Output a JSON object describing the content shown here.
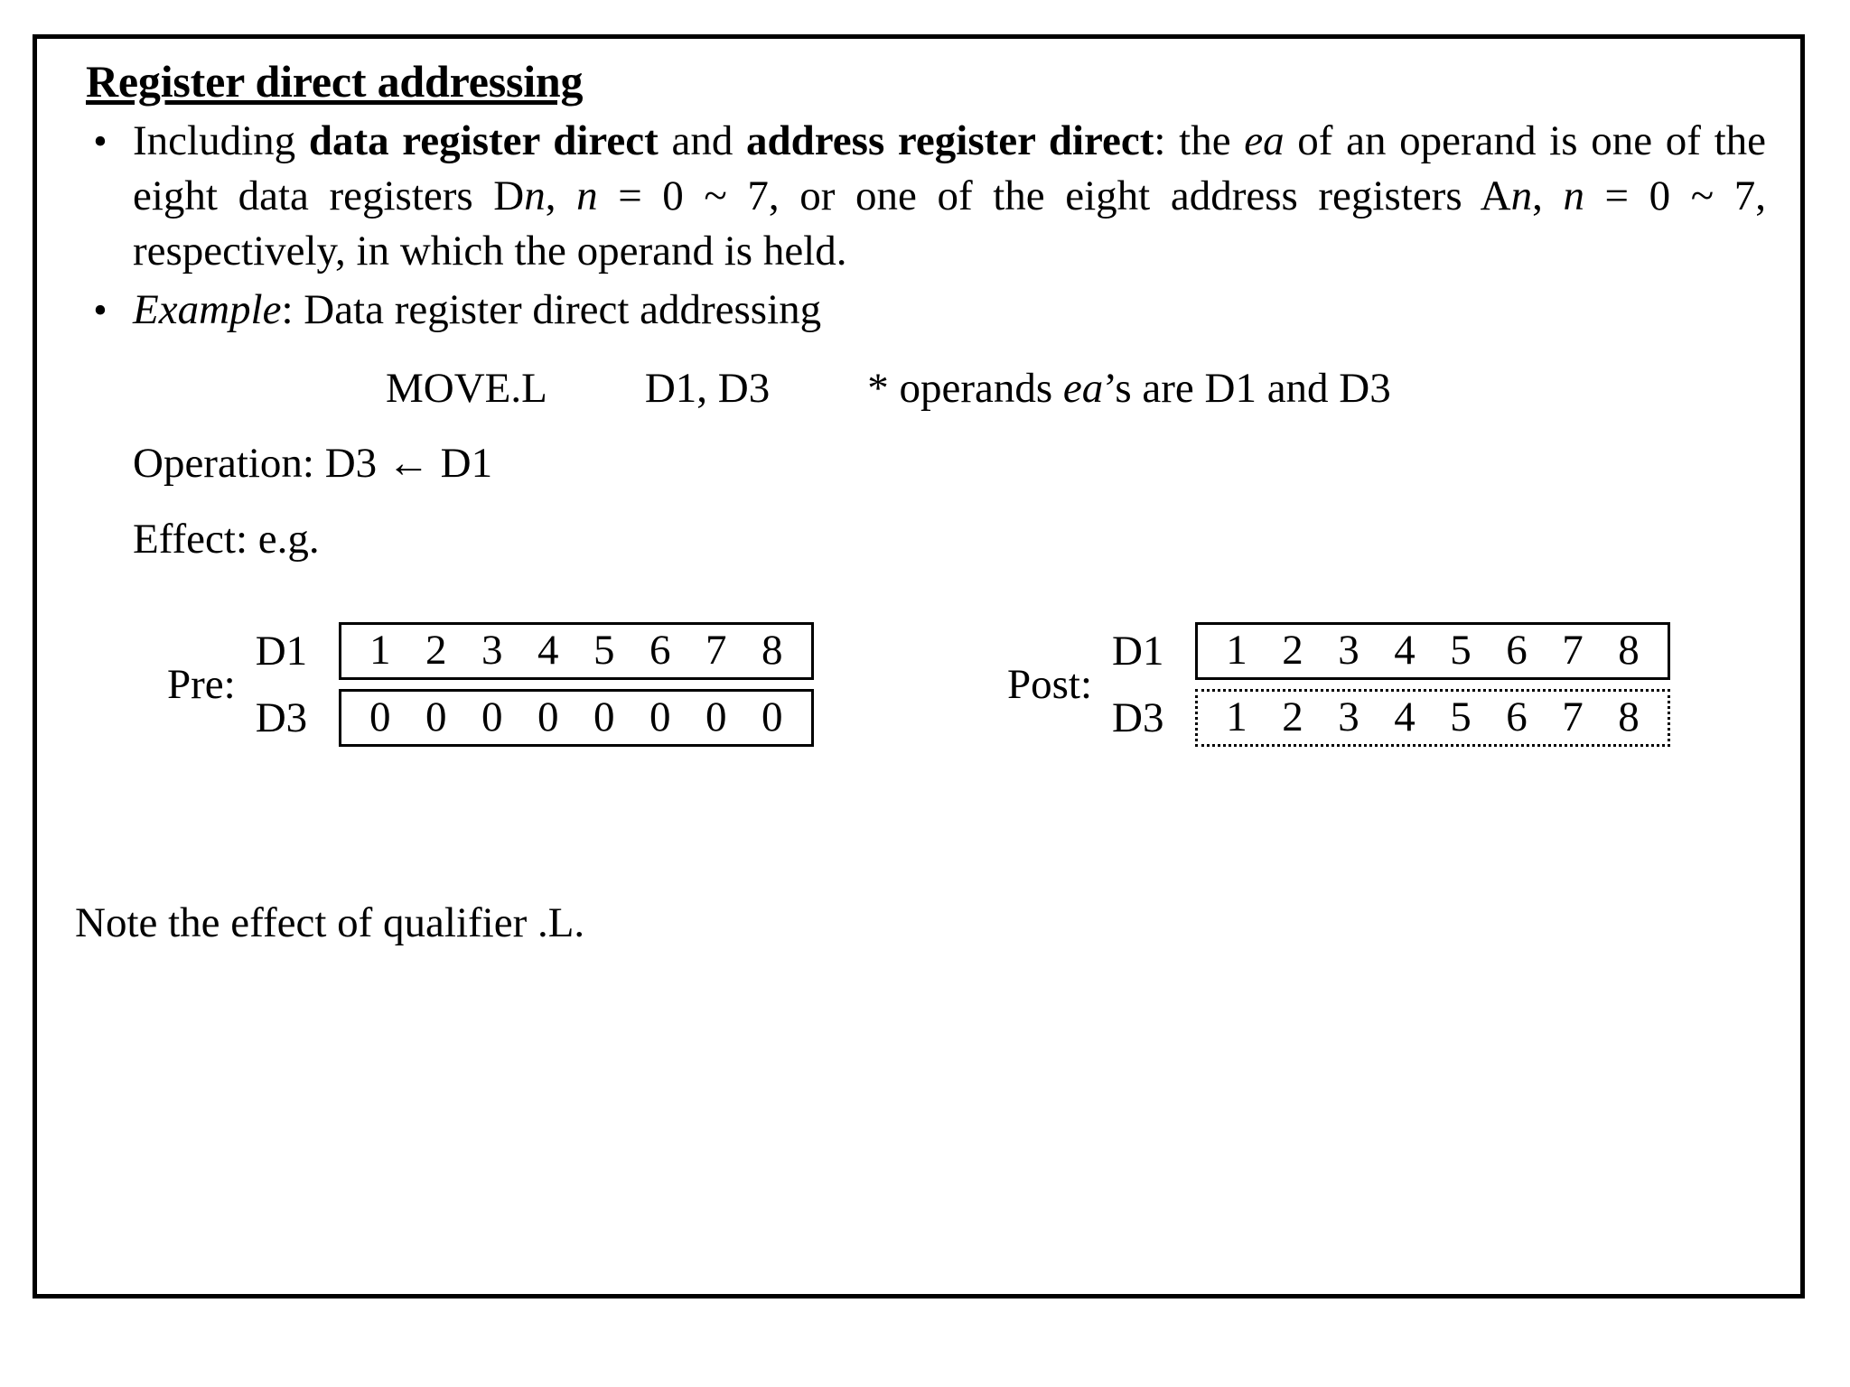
{
  "slide": {
    "title": "Register direct addressing",
    "bullets": [
      {
        "marker": "•",
        "segments": [
          {
            "text": "Including ",
            "style": "normal"
          },
          {
            "text": "data register direct",
            "style": "bold"
          },
          {
            "text": " and ",
            "style": "normal"
          },
          {
            "text": "address register direct",
            "style": "bold"
          },
          {
            "text": ": the ",
            "style": "normal"
          },
          {
            "text": "ea",
            "style": "italic"
          },
          {
            "text": " of an operand is one of the eight data registers D",
            "style": "normal"
          },
          {
            "text": "n",
            "style": "italic"
          },
          {
            "text": ", ",
            "style": "normal"
          },
          {
            "text": "n",
            "style": "italic"
          },
          {
            "text": " = 0 ~ 7, or one of the eight address registers A",
            "style": "normal"
          },
          {
            "text": "n",
            "style": "italic"
          },
          {
            "text": ", ",
            "style": "normal"
          },
          {
            "text": "n",
            "style": "italic"
          },
          {
            "text": " = 0 ~ 7, respectively, in which the operand is held.",
            "style": "normal"
          }
        ]
      },
      {
        "marker": "•",
        "segments": [
          {
            "text": "Example",
            "style": "italic"
          },
          {
            "text": ": Data register direct addressing",
            "style": "normal"
          }
        ]
      }
    ],
    "instruction": {
      "mnemonic": "MOVE.L",
      "operands": "D1, D3",
      "comment_prefix": "* operands ",
      "comment_italic": "ea",
      "comment_suffix": "’s are D1 and D3"
    },
    "operation_line": "Operation: D3 ← D1",
    "effect_line": "Effect: e.g.",
    "registers": {
      "pre": {
        "label": "Pre:",
        "rows": [
          {
            "name": "D1",
            "cells": [
              "1",
              "2",
              "3",
              "4",
              "5",
              "6",
              "7",
              "8"
            ],
            "border": "solid"
          },
          {
            "name": "D3",
            "cells": [
              "0",
              "0",
              "0",
              "0",
              "0",
              "0",
              "0",
              "0"
            ],
            "border": "solid"
          }
        ]
      },
      "post": {
        "label": "Post:",
        "rows": [
          {
            "name": "D1",
            "cells": [
              "1",
              "2",
              "3",
              "4",
              "5",
              "6",
              "7",
              "8"
            ],
            "border": "solid"
          },
          {
            "name": "D3",
            "cells": [
              "1",
              "2",
              "3",
              "4",
              "5",
              "6",
              "7",
              "8"
            ],
            "border": "dotted"
          }
        ]
      }
    },
    "note": "Note the effect of qualifier .L."
  }
}
